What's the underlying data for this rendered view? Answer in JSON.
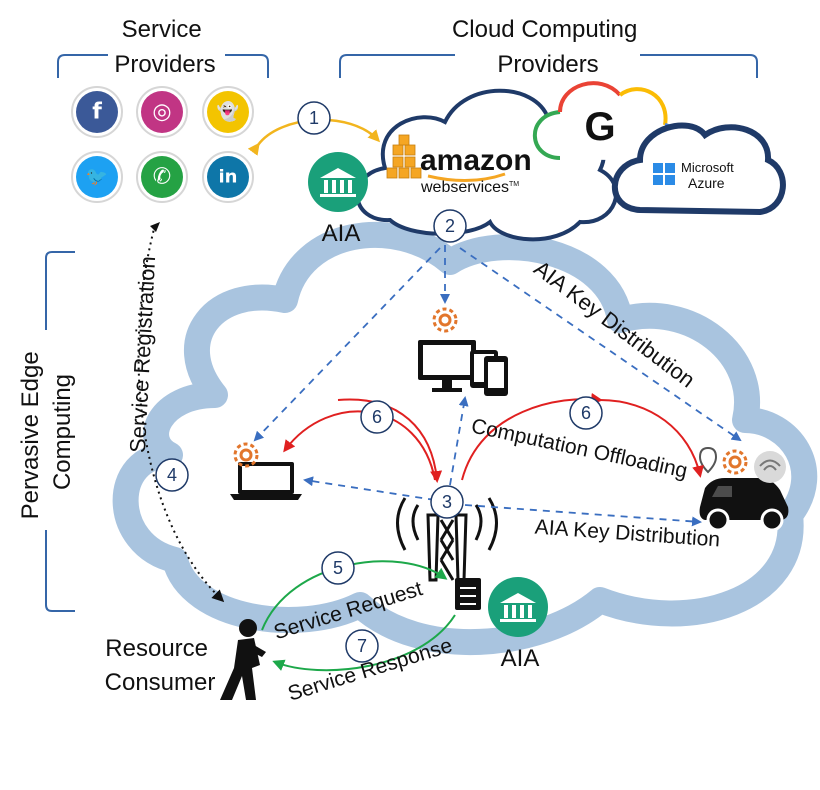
{
  "groups": {
    "service_providers": "Service\nProviders",
    "cloud_providers": "Cloud Computing\nProviders",
    "pervasive_edge": "Pervasive Edge\nComputing"
  },
  "cloud_logos": {
    "amazon": "amazon",
    "amazon_sub": "webservices",
    "amazon_tm": "TM",
    "google": "G",
    "microsoft": "Microsoft",
    "azure": "Azure"
  },
  "social_icons": [
    {
      "name": "facebook",
      "glyph": "f",
      "color": "#3b5998"
    },
    {
      "name": "instagram",
      "glyph": "◎",
      "color": "#c13584"
    },
    {
      "name": "snapchat",
      "glyph": "👻",
      "color": "#f3c400"
    },
    {
      "name": "twitter",
      "glyph": "🐦",
      "color": "#1da1f2"
    },
    {
      "name": "whatsapp",
      "glyph": "✆",
      "color": "#25a244"
    },
    {
      "name": "linkedin",
      "glyph": "in",
      "color": "#0e76a8"
    }
  ],
  "aia": {
    "top": "AIA",
    "bottom": "AIA"
  },
  "steps": [
    "1",
    "2",
    "3",
    "4",
    "5",
    "6",
    "6",
    "7"
  ],
  "edge_labels": {
    "service_registration": "Service Registration",
    "aia_key_distribution_top": "AIA Key Distribution",
    "aia_key_distribution_bottom": "AIA Key Distribution",
    "computation_offloading": "Computation Offloading",
    "service_request": "Service Request",
    "service_response": "Service Response"
  },
  "actors": {
    "resource_consumer": "Resource\nConsumer"
  },
  "colors": {
    "cloud_fill": "#a9c4df",
    "cloud_outline": "#1f3a68",
    "dashed_arrow": "#3a6ec0",
    "red_arrow": "#e02020",
    "green_arrow": "#1da84a",
    "orange_arrow": "#f2b51e",
    "aia_green": "#1aa07a",
    "gear_orange": "#e2762c"
  }
}
